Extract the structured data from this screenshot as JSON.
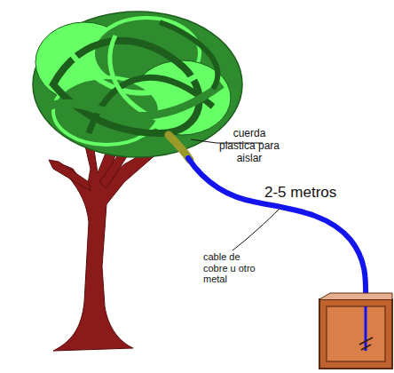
{
  "diagram": {
    "labels": [
      "cuerda plastica para aislar",
      "2-5 metros",
      "cable de cobre u otro metal"
    ]
  }
}
